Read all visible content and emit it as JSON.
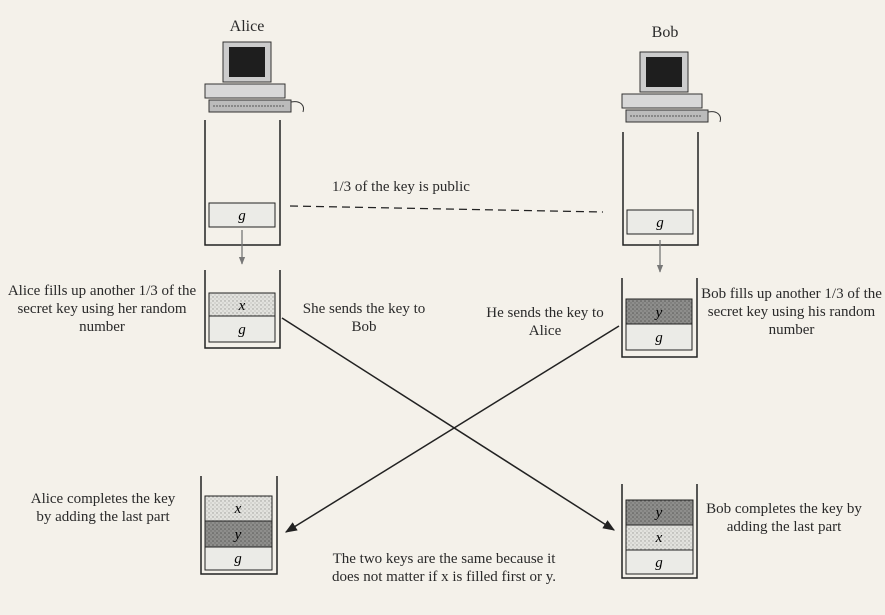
{
  "alice": {
    "name": "Alice",
    "step1": "Alice fills up another 1/3 of the secret key using her random number",
    "step2": "Alice completes the key by adding the last part",
    "sends": "She sends the key to Bob"
  },
  "bob": {
    "name": "Bob",
    "step1": "Bob fills up another 1/3 of the secret key using his random number",
    "step2": "Bob completes the key by adding the last part",
    "sends": "He sends the key to Alice"
  },
  "public_note": "1/3 of the key is public",
  "footer": "The two keys are the same because it does not matter if x is filled first or y.",
  "symbols": {
    "g": "g",
    "x": "x",
    "y": "y"
  },
  "colors": {
    "light_fill": "#d6d6d2",
    "dark_fill": "#8e8e8c",
    "line": "#222222",
    "background": "#f4f1ea"
  },
  "icons": [
    "computer-icon",
    "computer-icon"
  ]
}
